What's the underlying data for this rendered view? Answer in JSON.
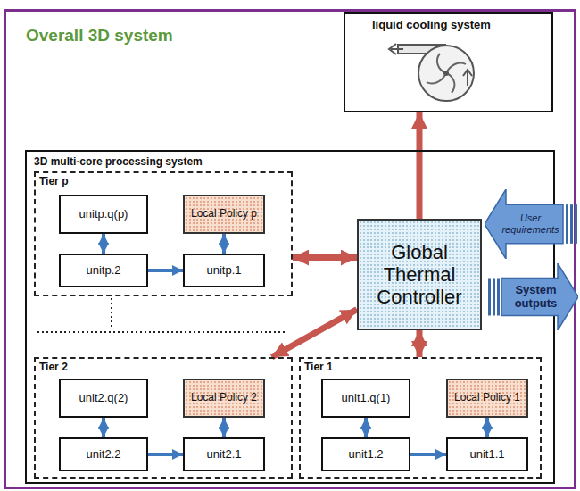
{
  "diagram": {
    "nodes": [
      {
        "text": [
          "Overall 3D system"
        ]
      },
      {
        "text": [
          "liquid cooling system"
        ],
        "in": 0
      },
      {
        "text": [
          "3D multi-core processing system"
        ],
        "in": 0
      },
      {
        "text": [
          "Tier p"
        ],
        "in": 2
      },
      {
        "text": [
          "unitp.q(p)"
        ],
        "in": 3
      },
      {
        "text": [
          "Local Policy p"
        ],
        "in": 3
      },
      {
        "text": [
          "unitp.2"
        ],
        "in": 3
      },
      {
        "text": [
          "unitp.1"
        ],
        "in": 3
      },
      {
        "text": [
          "Tier 2"
        ],
        "in": 2
      },
      {
        "text": [
          "unit2.q(2)"
        ],
        "in": 8
      },
      {
        "text": [
          "Local Policy 2"
        ],
        "in": 8
      },
      {
        "text": [
          "unit2.2"
        ],
        "in": 8
      },
      {
        "text": [
          "unit2.1"
        ],
        "in": 8
      },
      {
        "text": [
          "Tier 1"
        ],
        "in": 2
      },
      {
        "text": [
          "unit1.q(1)"
        ],
        "in": 13
      },
      {
        "text": [
          "Local Policy 1"
        ],
        "in": 13
      },
      {
        "text": [
          "unit1.2"
        ],
        "in": 13
      },
      {
        "text": [
          "unit1.1"
        ],
        "in": 13
      },
      {
        "text": [
          "Global Thermal Controller"
        ],
        "in": 2
      },
      {
        "text": [
          "User requirements"
        ],
        "in": 0
      },
      {
        "text": [
          "System outputs"
        ],
        "in": 0
      }
    ],
    "edges": [
      {
        "from": 4,
        "to": 6,
        "arrow": "both"
      },
      {
        "from": 5,
        "to": 7,
        "arrow": "both"
      },
      {
        "from": 6,
        "to": 7,
        "arrow": "to"
      },
      {
        "from": 9,
        "to": 11,
        "arrow": "both"
      },
      {
        "from": 10,
        "to": 12,
        "arrow": "both"
      },
      {
        "from": 11,
        "to": 12,
        "arrow": "to"
      },
      {
        "from": 14,
        "to": 16,
        "arrow": "both"
      },
      {
        "from": 15,
        "to": 17,
        "arrow": "both"
      },
      {
        "from": 16,
        "to": 17,
        "arrow": "to"
      },
      {
        "from": 18,
        "to": 1,
        "arrow": "to"
      },
      {
        "from": 18,
        "to": 3,
        "arrow": "both"
      },
      {
        "from": 18,
        "to": 8,
        "arrow": "both"
      },
      {
        "from": 18,
        "to": 13,
        "arrow": "both"
      }
    ]
  }
}
